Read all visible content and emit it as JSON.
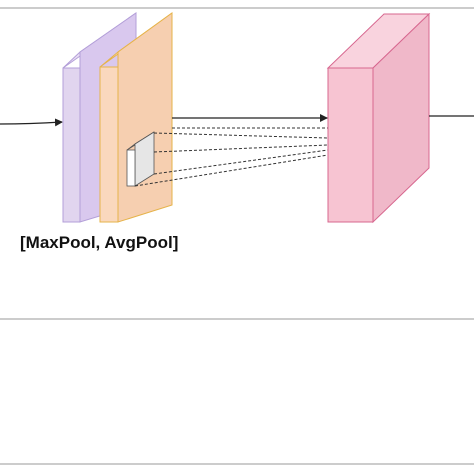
{
  "diagram": {
    "pool_label": "[MaxPool, AvgPool]",
    "blocks": [
      {
        "name": "maxpool-feature-map",
        "color": "#e1d5ef",
        "border": "#b39fd8"
      },
      {
        "name": "avgpool-feature-map",
        "color": "#fad8bd",
        "border": "#e6b34a"
      },
      {
        "name": "conv-kernel",
        "color": "#ffffff",
        "border": "#555555"
      },
      {
        "name": "output-feature-map",
        "color": "#f7c4d2",
        "border": "#d7678f"
      }
    ],
    "frame_color": "#9a9a9a",
    "arrow_color": "#222222"
  }
}
